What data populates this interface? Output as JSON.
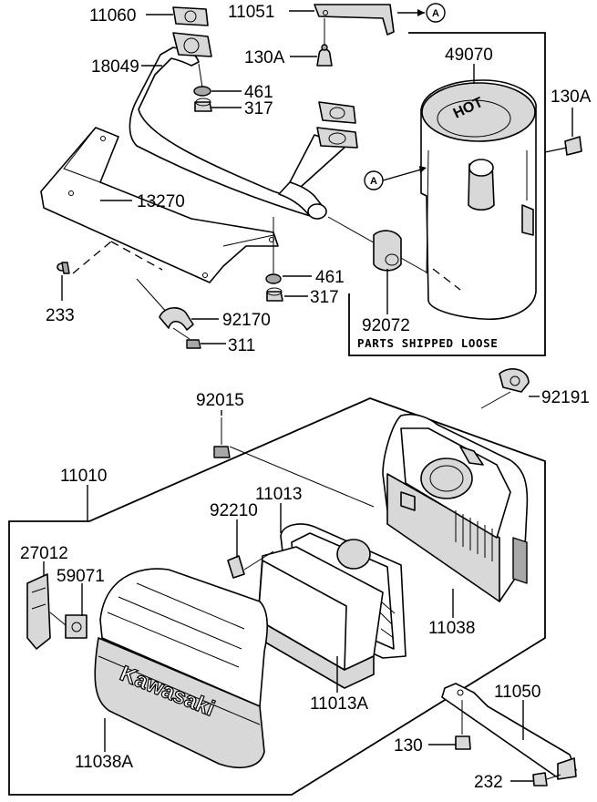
{
  "callouts": {
    "p11060": "11060",
    "p11051": "11051",
    "p130A_top": "130A",
    "p18049": "18049",
    "p461_top": "461",
    "p317_top": "317",
    "p49070": "49070",
    "p130A_right": "130A",
    "p13270": "13270",
    "p233": "233",
    "p461_bottom": "461",
    "p317_bottom": "317",
    "p92072": "92072",
    "p92170": "92170",
    "p311": "311",
    "p92015": "92015",
    "p92191": "92191",
    "p11010": "11010",
    "p11013": "11013",
    "p92210": "92210",
    "p27012": "27012",
    "p59071": "59071",
    "p11038": "11038",
    "p11013A": "11013A",
    "p11050": "11050",
    "p11038A": "11038A",
    "p130": "130",
    "p232": "232"
  },
  "reference_marks": {
    "top": "A",
    "muffler": "A"
  },
  "note": "PARTS SHIPPED LOOSE",
  "markings": {
    "cover_brand": "Kawasaki",
    "muffler_warning": "HOT"
  },
  "colors": {
    "line": "#000000",
    "background": "#ffffff",
    "shade": "#d8d8d8"
  }
}
